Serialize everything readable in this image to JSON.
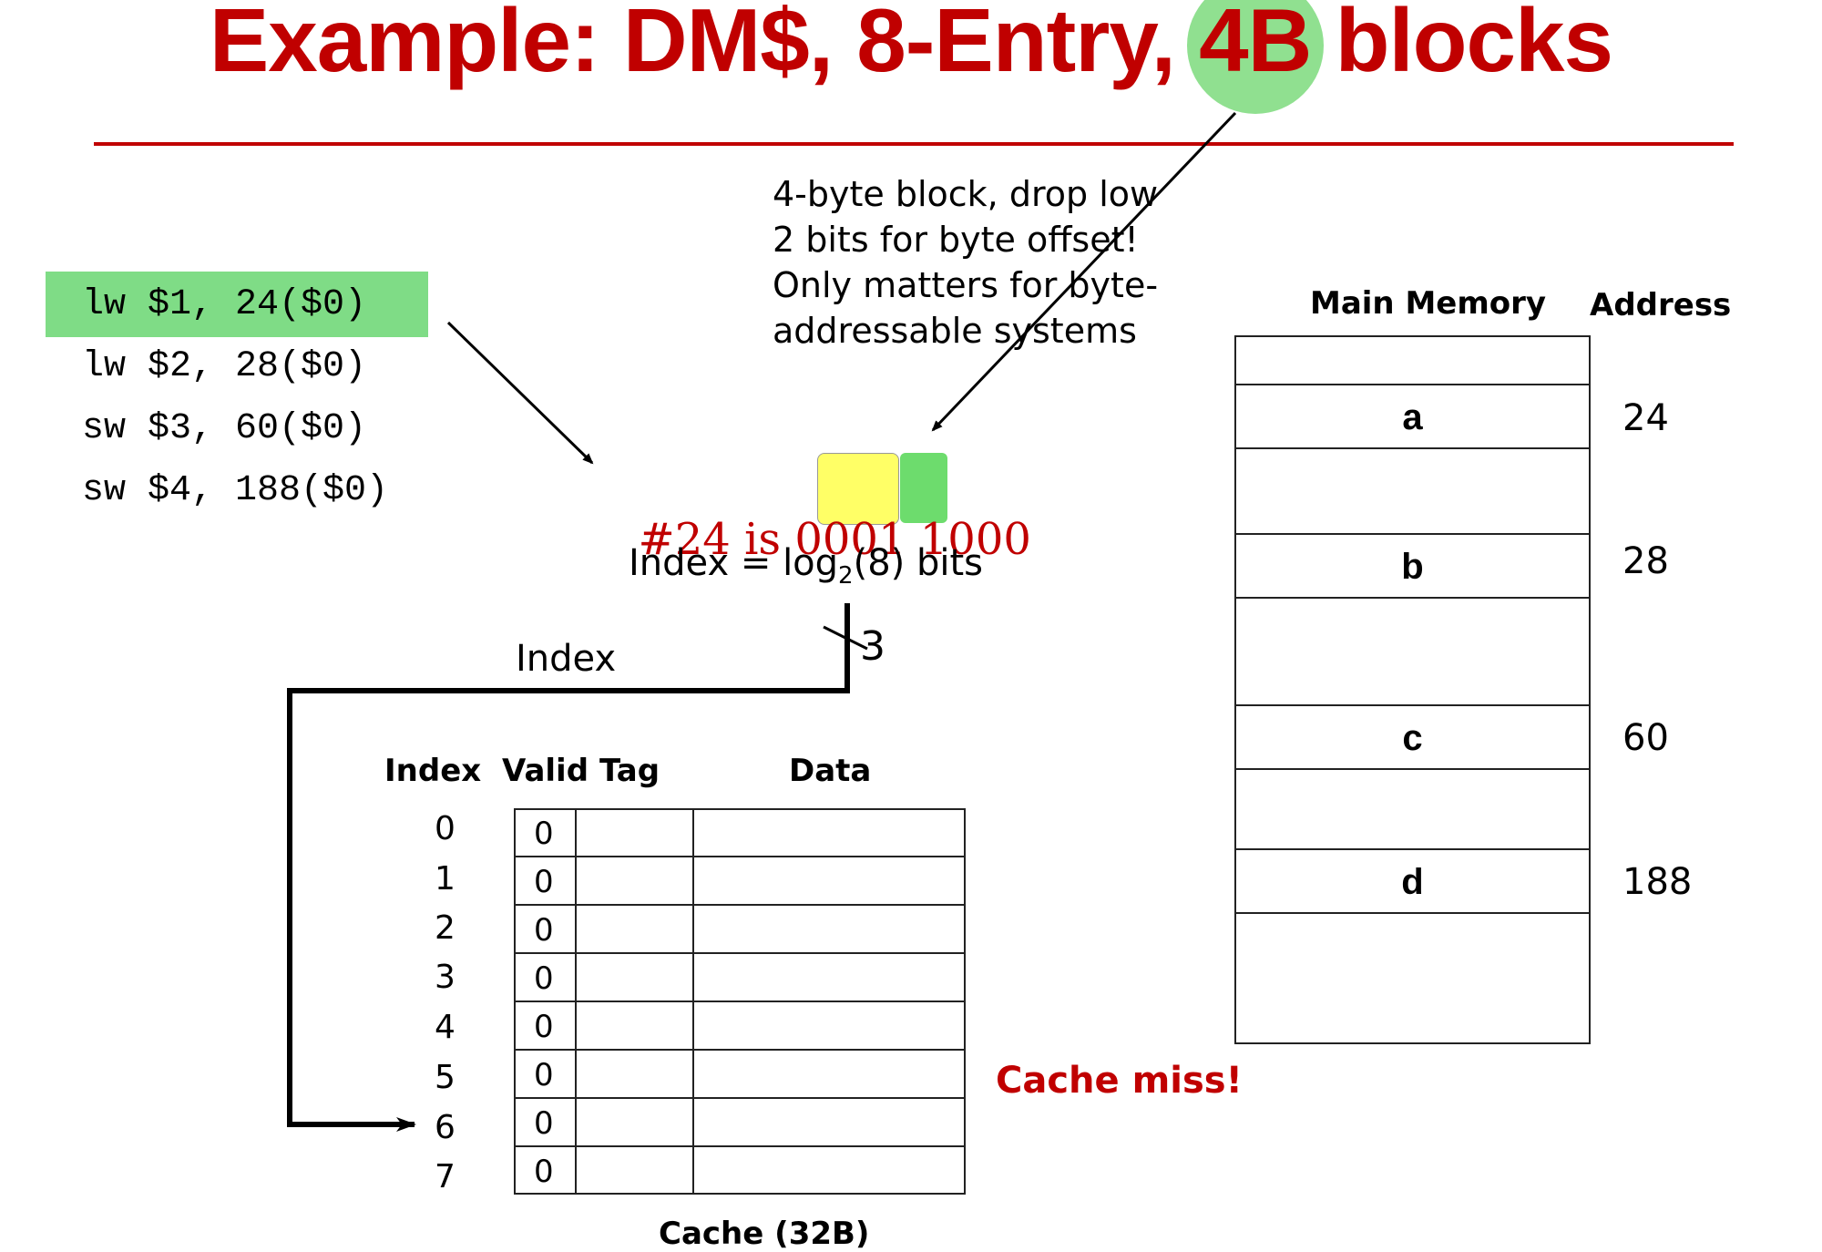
{
  "title": {
    "prefix": "Example: DM$, 8-Entry, ",
    "highlight": "4B",
    "suffix": " blocks"
  },
  "colors": {
    "title": "#c00000",
    "rule": "#c00000",
    "highlight_circle": "#90e090",
    "code_highlight": "#7fdc86",
    "yellow_bits": "#ffff66",
    "green_bits": "#6ddc6d",
    "miss_text": "#c00000"
  },
  "instructions": [
    {
      "text": "lw $1, 24($0)",
      "highlighted": true
    },
    {
      "text": "lw $2, 28($0)",
      "highlighted": false
    },
    {
      "text": "sw $3, 60($0)",
      "highlighted": false
    },
    {
      "text": "sw $4, 188($0)",
      "highlighted": false
    }
  ],
  "note": {
    "lines": [
      "4-byte block, drop low",
      "2 bits for byte offset!",
      "Only matters for byte-",
      "addressable systems"
    ]
  },
  "binary": {
    "prefix": "#24 is 000",
    "index_bits": "1 10",
    "offset_bits": "00"
  },
  "index_formula": {
    "before": "Index = log",
    "sub": "2",
    "after": "(8) bits"
  },
  "bus_width": "3",
  "index_wire_label": "Index",
  "cache": {
    "headers": {
      "index": "Index",
      "valid": "Valid",
      "tag": "Tag",
      "data": "Data"
    },
    "rows": [
      {
        "index": "0",
        "valid": "0",
        "tag": "",
        "data": ""
      },
      {
        "index": "1",
        "valid": "0",
        "tag": "",
        "data": ""
      },
      {
        "index": "2",
        "valid": "0",
        "tag": "",
        "data": ""
      },
      {
        "index": "3",
        "valid": "0",
        "tag": "",
        "data": ""
      },
      {
        "index": "4",
        "valid": "0",
        "tag": "",
        "data": ""
      },
      {
        "index": "5",
        "valid": "0",
        "tag": "",
        "data": ""
      },
      {
        "index": "6",
        "valid": "0",
        "tag": "",
        "data": ""
      },
      {
        "index": "7",
        "valid": "0",
        "tag": "",
        "data": ""
      }
    ],
    "selected_index": 6,
    "caption": "Cache (32B)"
  },
  "status": "Cache miss!",
  "memory": {
    "header": "Main Memory",
    "address_header": "Address",
    "blocks": [
      {
        "label": "",
        "address": ""
      },
      {
        "label": "a",
        "address": "24"
      },
      {
        "label": "",
        "address": ""
      },
      {
        "label": "b",
        "address": "28"
      },
      {
        "label": "",
        "address": ""
      },
      {
        "label": "c",
        "address": "60"
      },
      {
        "label": "",
        "address": ""
      },
      {
        "label": "d",
        "address": "188"
      },
      {
        "label": "",
        "address": ""
      }
    ]
  }
}
